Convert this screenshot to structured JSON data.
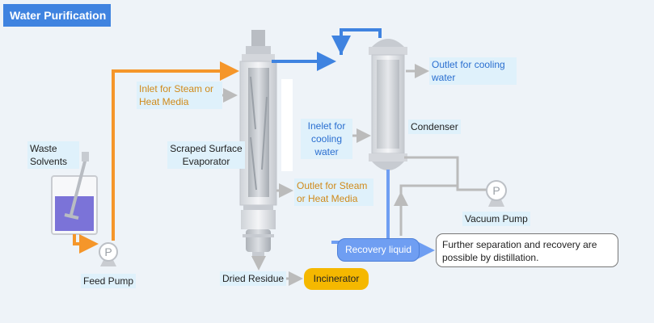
{
  "title": "Water Purification",
  "labels": {
    "waste_solvents": "Waste Solvents",
    "feed_pump": "Feed Pump",
    "steam_inlet": "Inlet for Steam or Heat Media",
    "scraped_evaporator": "Scraped Surface Evaporator",
    "steam_outlet": "Outlet for Steam or Heat Media",
    "dried_residue": "Dried Residue",
    "incinerator": "Incinerator",
    "cooling_inlet": "Inelet for cooling water",
    "condenser": "Condenser",
    "cooling_outlet": "Outlet for cooling water",
    "vacuum_pump": "Vacuum Pump",
    "recovery_liquid": "Recovery liquid",
    "note": "Further separation and recovery are possible by distillation.",
    "pump_symbol": "P"
  },
  "colors": {
    "title_bg": "#3f83e0",
    "feed_line": "#f5962a",
    "vapor_line": "#3f83e0",
    "utility_line": "#bbbbbb",
    "label_bg": "#dff1fb",
    "steam_text": "#d08a1a",
    "water_text": "#2a6fd0",
    "incinerator": "#f5b800",
    "recovery": "#6f9ef2",
    "liquid": "#7b73d8"
  }
}
